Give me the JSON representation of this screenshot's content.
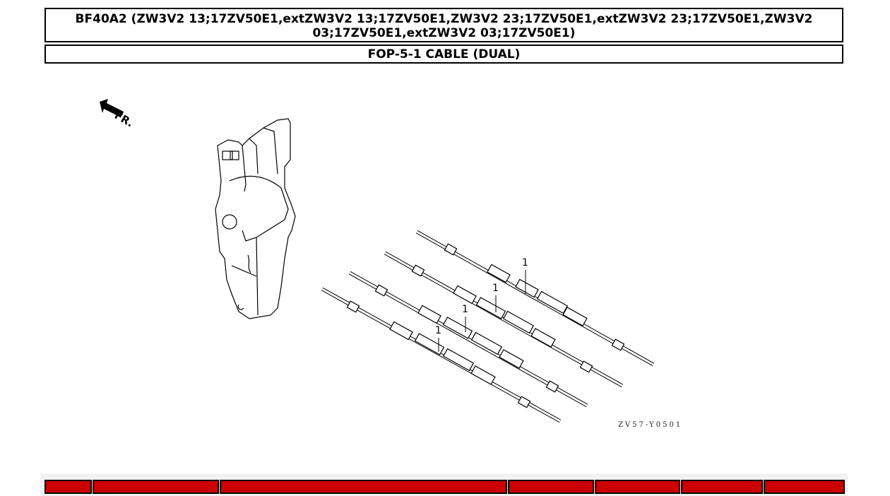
{
  "header": {
    "model_title": "BF40A2 (ZW3V2 13;17ZV50E1,extZW3V2 13;17ZV50E1,ZW3V2 23;17ZV50E1,extZW3V2 23;17ZV50E1,ZW3V2 03;17ZV50E1,extZW3V2 03;17ZV50E1)",
    "section_title": "FOP-5-1 CABLE (DUAL)"
  },
  "diagram": {
    "front_indicator": "FR.",
    "front_arrow_icon": "arrow-front-icon",
    "reference_code": "ZV57-Y0501",
    "callouts": [
      "1",
      "1",
      "1",
      "1"
    ],
    "parts_depicted": [
      "remote-control-box",
      "control-cable x4"
    ]
  },
  "parts_table": {
    "header_color": "#cc0000",
    "columns": [
      "",
      "",
      "",
      "",
      "",
      "",
      ""
    ]
  }
}
